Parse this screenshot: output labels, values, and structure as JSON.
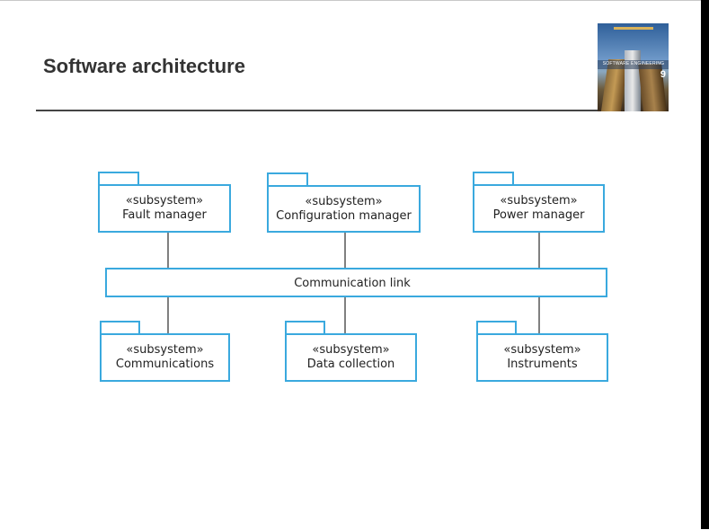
{
  "slide": {
    "title": "Software architecture"
  },
  "book_cover": {
    "title_text": "SOFTWARE ENGINEERING",
    "edition": "9"
  },
  "diagram": {
    "bus_label": "Communication link",
    "subsystems": [
      {
        "stereotype": "«subsystem»",
        "name": "Fault manager"
      },
      {
        "stereotype": "«subsystem»",
        "name": "Configuration manager"
      },
      {
        "stereotype": "«subsystem»",
        "name": "Power manager"
      },
      {
        "stereotype": "«subsystem»",
        "name": "Communications"
      },
      {
        "stereotype": "«subsystem»",
        "name": "Data collection"
      },
      {
        "stereotype": "«subsystem»",
        "name": "Instruments"
      }
    ],
    "colors": {
      "outline": "#3aa9de",
      "connector": "#555555",
      "text": "#222222"
    }
  }
}
